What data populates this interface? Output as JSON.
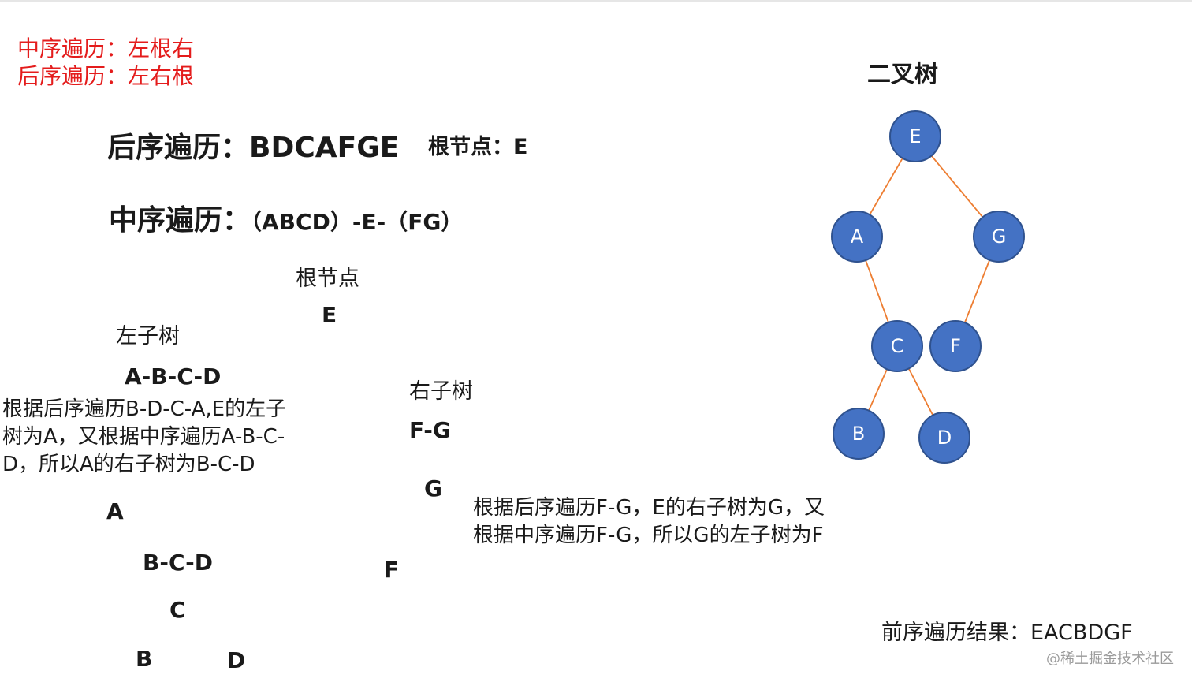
{
  "notes": {
    "inorder_rule": "中序遍历：左根右",
    "postorder_rule": "后序遍历：左右根"
  },
  "diagram_title": "二叉树",
  "postorder": {
    "label": "后序遍历：",
    "value": "BDCAFGE"
  },
  "root_note": "根节点：E",
  "inorder": {
    "label": "中序遍历：",
    "value": "（ABCD）-E-（FG）"
  },
  "root_label": "根节点",
  "root_value": "E",
  "left_subtree_label": "左子树",
  "left_subtree_value": "A-B-C-D",
  "left_explanation": "根据后序遍历B-D-C-A,E的左子树为A，又根据中序遍历A-B-C-D，所以A的右子树为B-C-D",
  "right_subtree_label": "右子树",
  "right_subtree_value": "F-G",
  "right_explanation": "根据后序遍历F-G，E的右子树为G，又根据中序遍历F-G，所以G的左子树为F",
  "steps": {
    "a": "A",
    "bcd": "B-C-D",
    "c": "C",
    "b": "B",
    "d": "D",
    "g": "G",
    "f": "F"
  },
  "tree": {
    "nodes": [
      {
        "id": "E",
        "label": "E"
      },
      {
        "id": "A",
        "label": "A"
      },
      {
        "id": "G",
        "label": "G"
      },
      {
        "id": "C",
        "label": "C"
      },
      {
        "id": "F",
        "label": "F"
      },
      {
        "id": "B",
        "label": "B"
      },
      {
        "id": "D",
        "label": "D"
      }
    ],
    "edges": [
      [
        "E",
        "A"
      ],
      [
        "E",
        "G"
      ],
      [
        "A",
        "C"
      ],
      [
        "G",
        "F"
      ],
      [
        "C",
        "B"
      ],
      [
        "C",
        "D"
      ]
    ],
    "node_color": "#4472c4",
    "edge_color": "#ed7d31"
  },
  "preorder_result": "前序遍历结果：EACBDGF",
  "watermark": "@稀土掘金技术社区"
}
